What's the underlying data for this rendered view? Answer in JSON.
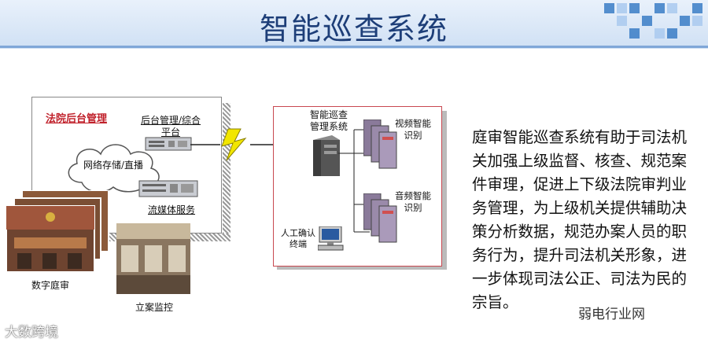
{
  "header": {
    "title": "智能巡查系统"
  },
  "diagram": {
    "court_backend_label": "法院后台管理",
    "backend_platform_label": "后台管理/综合平台",
    "network_label": "网络存储/直播",
    "streaming_label": "流媒体服务",
    "digital_court_label": "数字庭审",
    "case_filing_label": "立案监控",
    "inspection_system_label": "智能巡查管理系统",
    "video_recognition_label": "视频智能识别",
    "audio_recognition_label": "音频智能识别",
    "manual_confirm_label": "人工确认终端"
  },
  "description": "庭审智能巡查系统有助于司法机关加强上级监督、核查、规范案件审理，促进上下级法院审判业务管理，为上级机关提供辅助决策分析数据，规范办案人员的职务行为，提升司法机关形象，进一步体现司法公正、司法为民的宗旨。",
  "watermarks": {
    "left": "大数跨境",
    "right": "弱电行业网"
  }
}
